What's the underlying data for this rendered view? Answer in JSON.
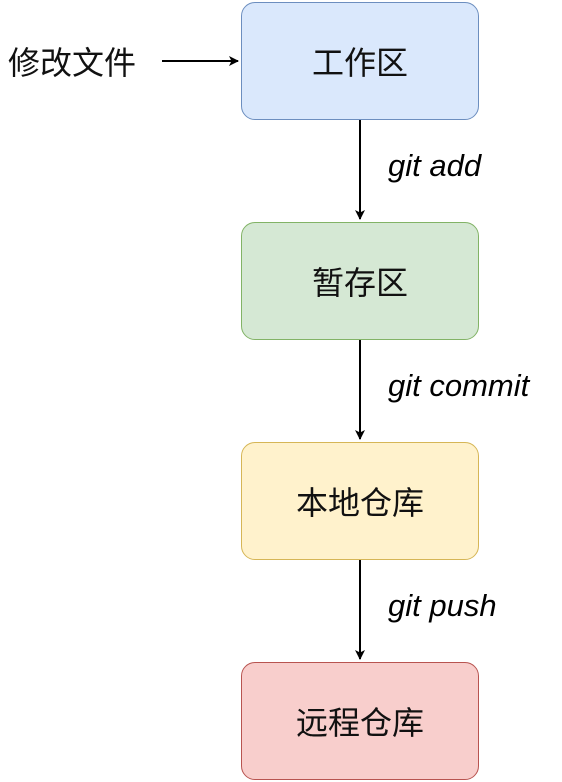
{
  "input_label": "修改文件",
  "nodes": [
    {
      "label": "工作区",
      "fill": "#dae8fc",
      "stroke": "#6c8ebf"
    },
    {
      "label": "暂存区",
      "fill": "#d5e8d4",
      "stroke": "#82b366"
    },
    {
      "label": "本地仓库",
      "fill": "#fff2cc",
      "stroke": "#d6b656"
    },
    {
      "label": "远程仓库",
      "fill": "#f8cecc",
      "stroke": "#b85450"
    }
  ],
  "edges": [
    {
      "label": "git add"
    },
    {
      "label": "git commit"
    },
    {
      "label": "git push"
    }
  ]
}
